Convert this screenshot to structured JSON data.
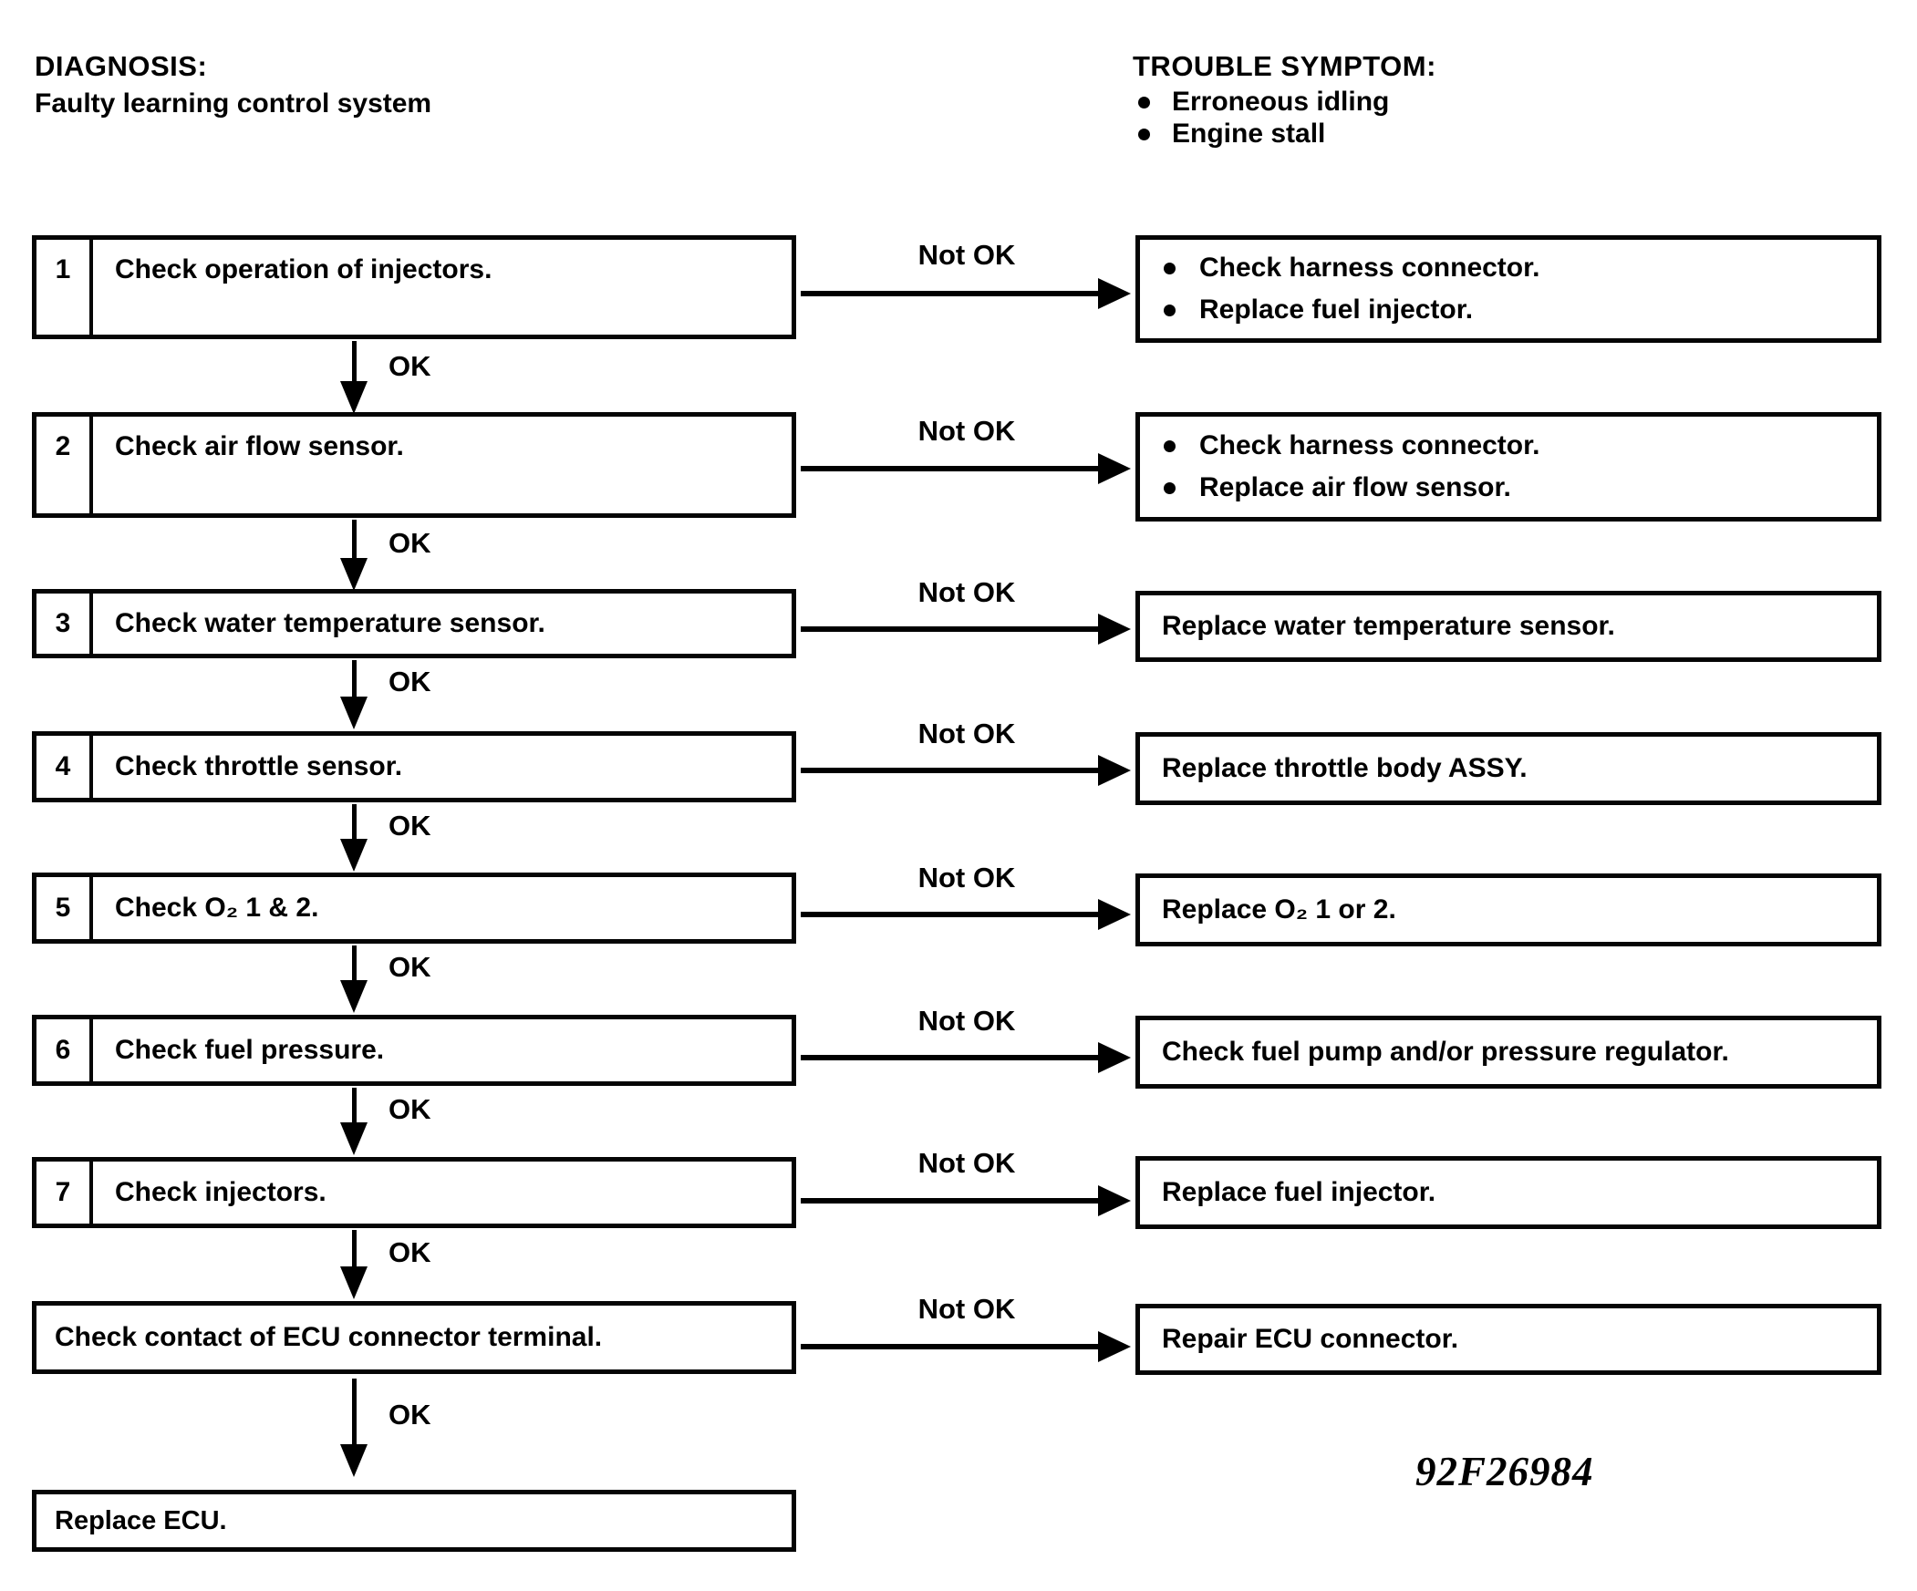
{
  "header": {
    "diagnosis_title": "DIAGNOSIS:",
    "diagnosis_text": "Faulty learning control system",
    "symptom_title": "TROUBLE SYMPTOM:",
    "symptoms": [
      "Erroneous idling",
      "Engine stall"
    ]
  },
  "labels": {
    "ok": "OK",
    "not_ok": "Not OK"
  },
  "figure_id": "92F26984",
  "steps": [
    {
      "num": "1",
      "label": "Check operation of injectors.",
      "result": {
        "bullets": [
          "Check harness connector.",
          "Replace fuel injector."
        ]
      }
    },
    {
      "num": "2",
      "label": "Check air flow sensor.",
      "result": {
        "bullets": [
          "Check harness connector.",
          "Replace air flow sensor."
        ]
      }
    },
    {
      "num": "3",
      "label": "Check water temperature sensor.",
      "result": {
        "text": "Replace water temperature sensor."
      }
    },
    {
      "num": "4",
      "label": "Check throttle sensor.",
      "result": {
        "text": "Replace throttle body ASSY."
      }
    },
    {
      "num": "5",
      "label": "Check O₂ 1 & 2.",
      "result": {
        "text": "Replace O₂ 1 or 2."
      }
    },
    {
      "num": "6",
      "label": "Check fuel pressure.",
      "result": {
        "text": "Check fuel pump and/or pressure regulator."
      }
    },
    {
      "num": "7",
      "label": "Check injectors.",
      "result": {
        "text": "Replace fuel injector."
      }
    },
    {
      "label": "Check contact of ECU connector terminal.",
      "result": {
        "text": "Repair ECU connector."
      }
    },
    {
      "label": "Replace ECU."
    }
  ]
}
